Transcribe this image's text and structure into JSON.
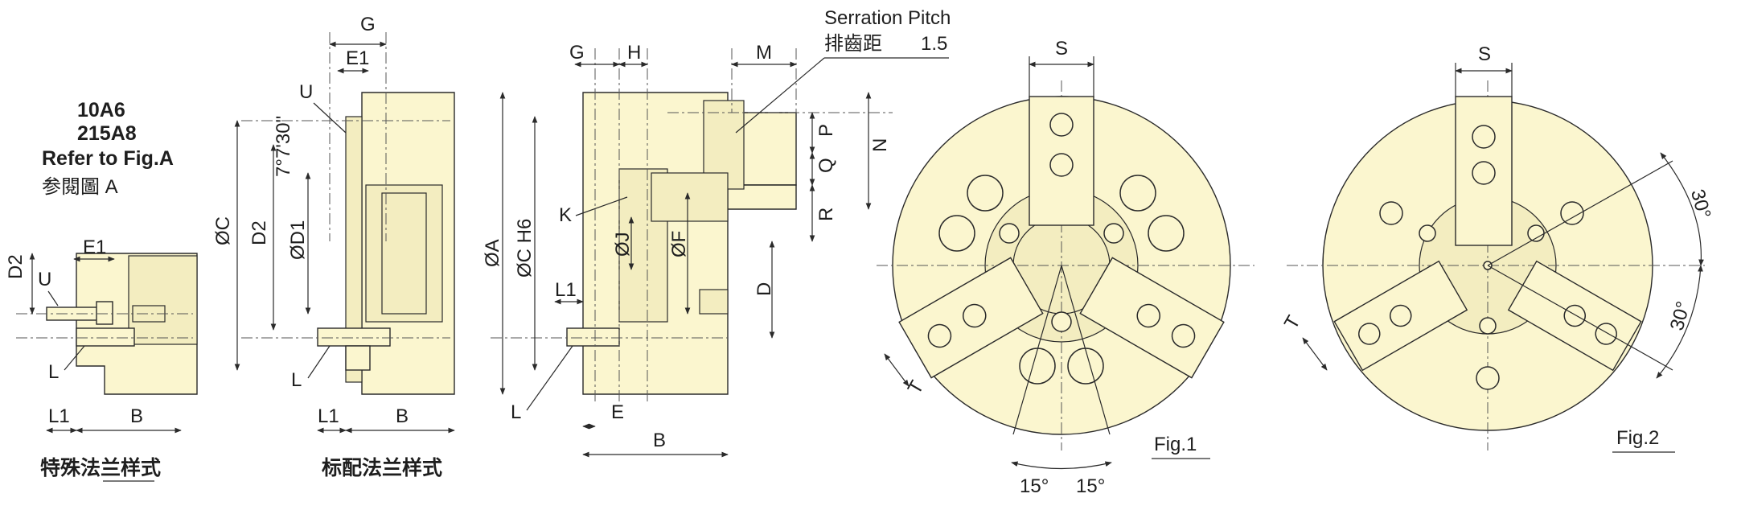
{
  "notes": {
    "model1": "10A6",
    "model2": "215A8",
    "refer": "Refer to Fig.A",
    "refer_cn": "参閱圖 A"
  },
  "serration": {
    "label": "Serration Pitch",
    "label_cn": "排齒距",
    "value": "1.5"
  },
  "captions": {
    "special_flange": "特殊法兰样式",
    "standard_flange": "标配法兰样式",
    "fig1": "Fig.1",
    "fig2": "Fig.2"
  },
  "dims": {
    "D2": "D2",
    "E1": "E1",
    "U": "U",
    "L": "L",
    "L1": "L1",
    "B": "B",
    "G": "G",
    "angle": "7°7'30\"",
    "OC": "ØC",
    "OD1": "ØD1",
    "H": "H",
    "M": "M",
    "P": "P",
    "N": "N",
    "Q": "Q",
    "R": "R",
    "K": "K",
    "OJ": "ØJ",
    "OF": "ØF",
    "OA": "ØA",
    "OCH6": "ØC H6",
    "D": "D",
    "E": "E",
    "S": "S",
    "T": "T",
    "deg15": "15°",
    "deg30": "30°"
  }
}
